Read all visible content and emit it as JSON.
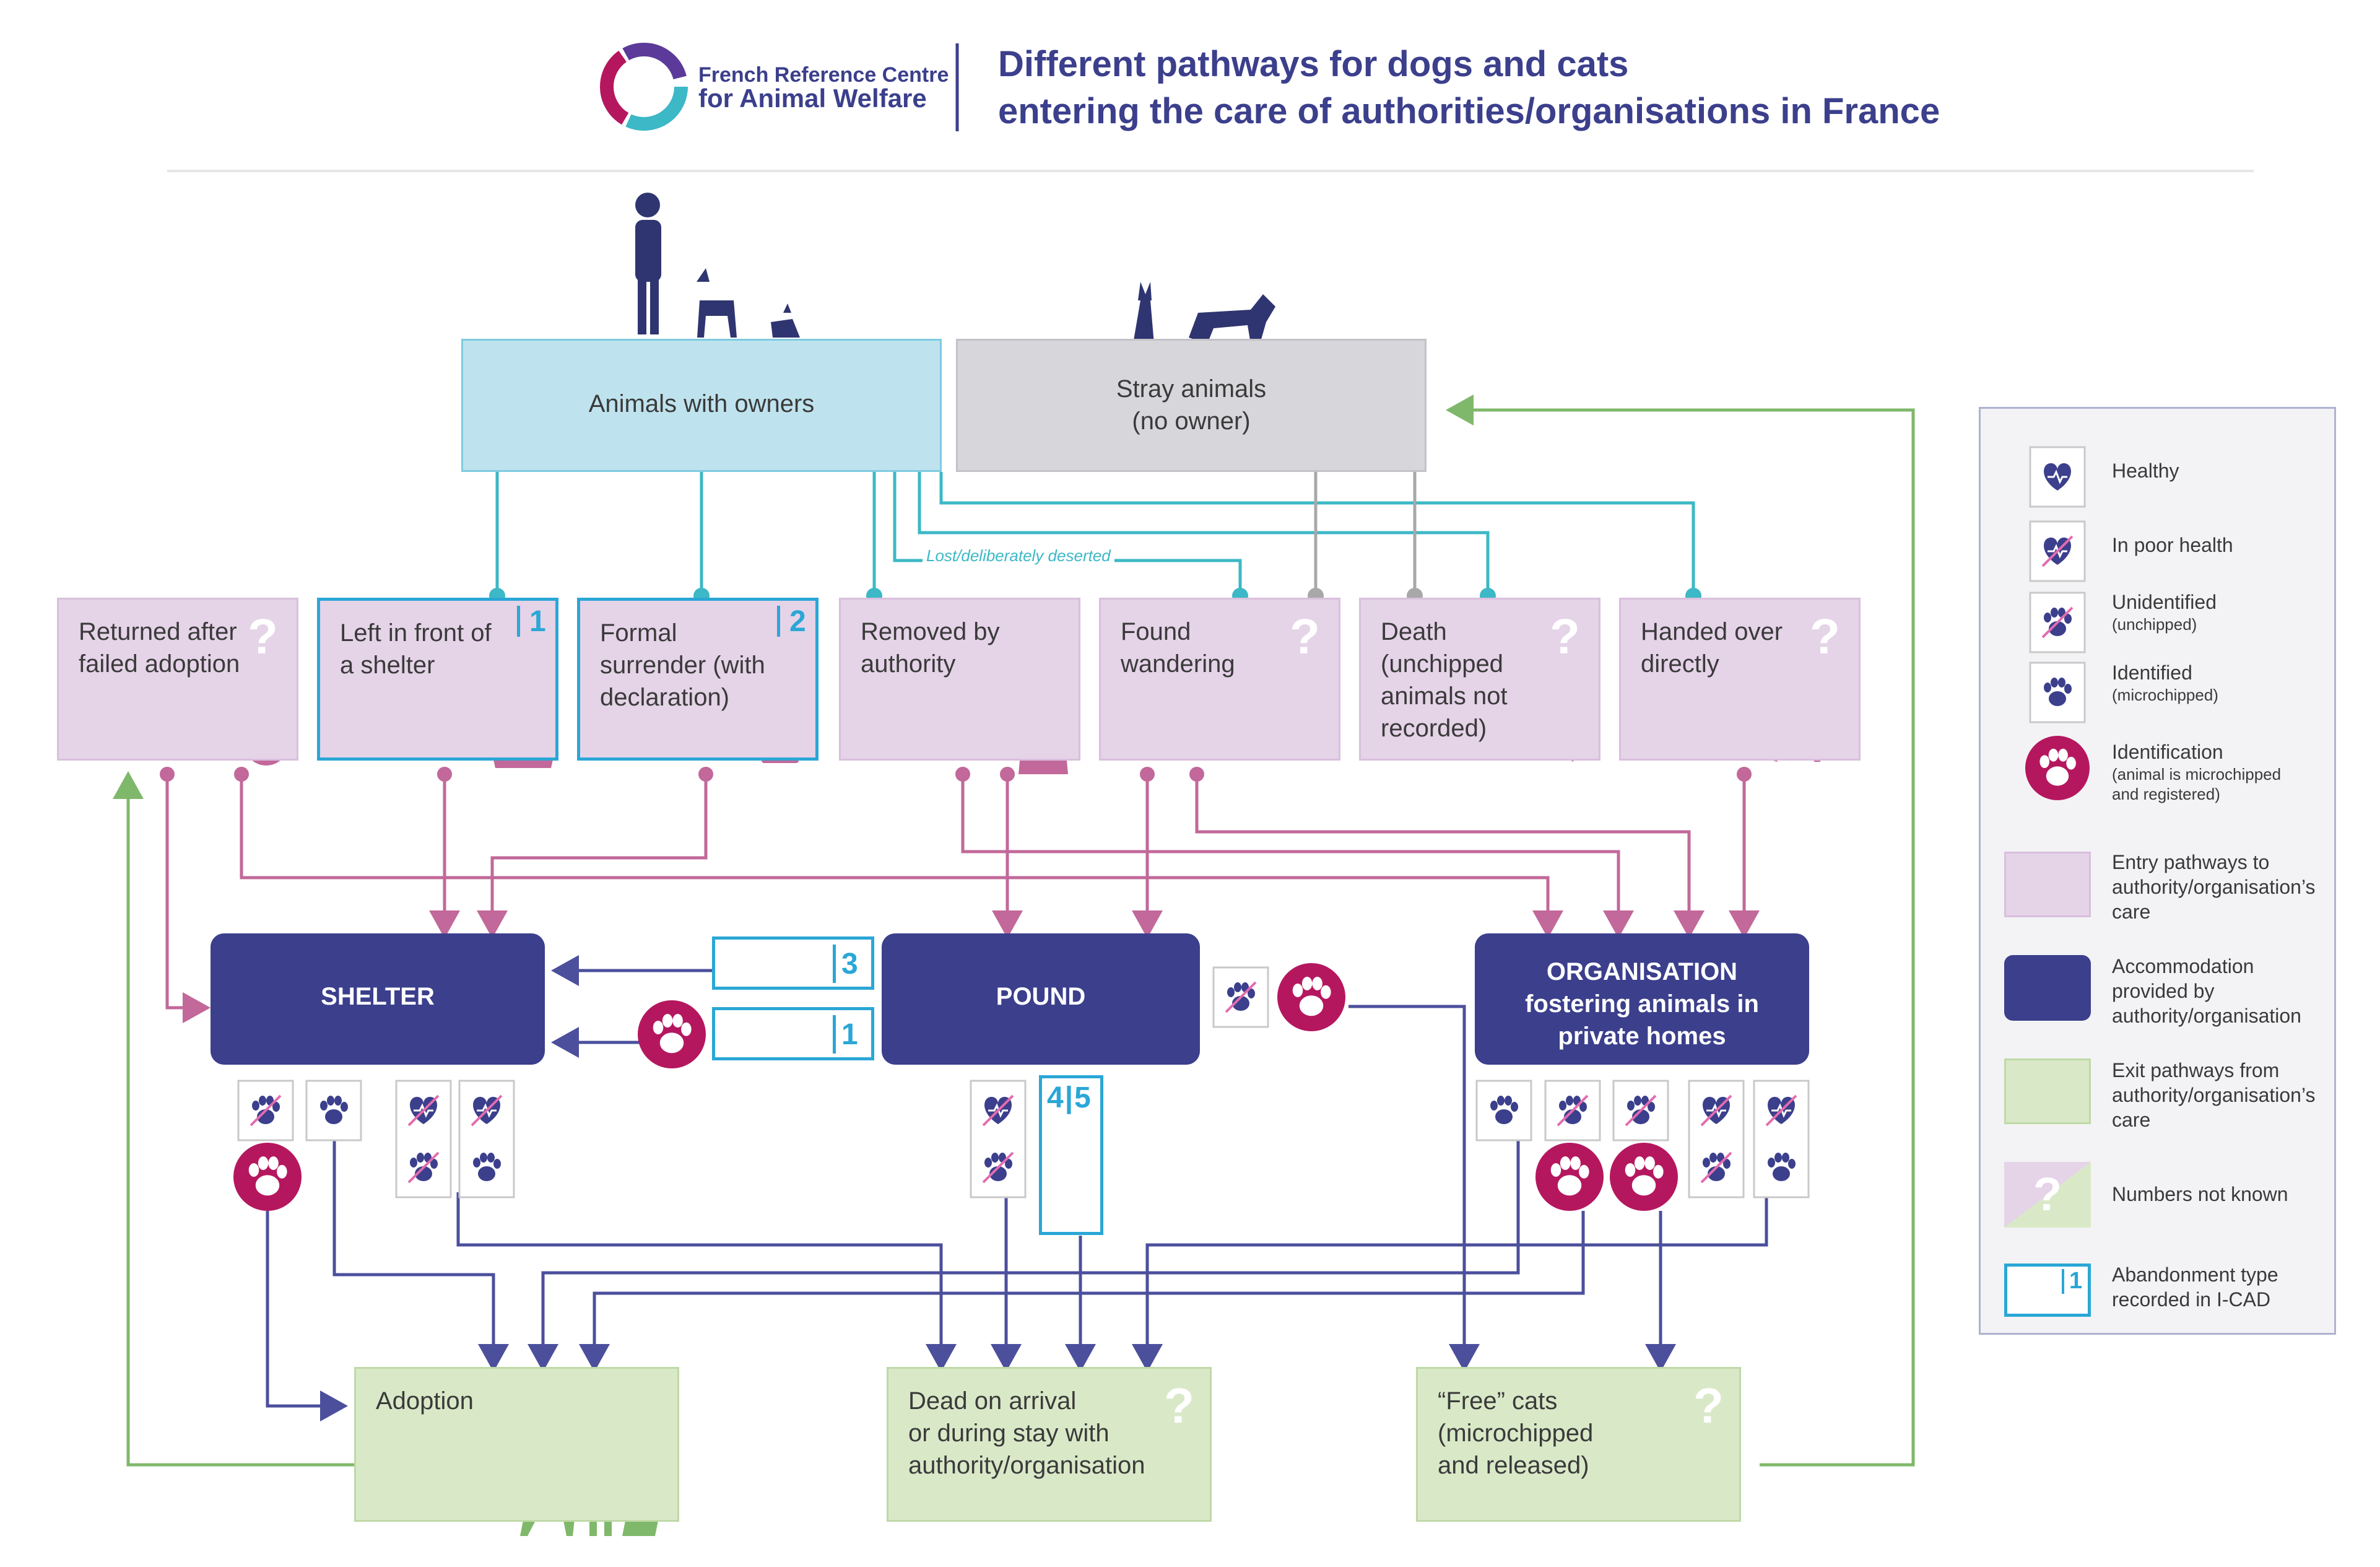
{
  "header": {
    "logo_line1": "French Reference Centre",
    "logo_line2": "for Animal Welfare",
    "title_line1": "Different pathways for dogs and cats",
    "title_line2": "entering the care of authorities/organisations in France"
  },
  "sources": {
    "owners": "Animals with owners",
    "stray": "Stray animals\n(no owner)",
    "lost_label": "Lost/deliberately deserted"
  },
  "entry": {
    "returned": "Returned after\nfailed adoption",
    "left_shelter": "Left in front of\na shelter",
    "left_shelter_num": "1",
    "formal": "Formal\nsurrender (with\ndeclaration)",
    "formal_num": "2",
    "removed": "Removed by\nauthority",
    "found": "Found\nwandering",
    "death": "Death\n(unchipped\nanimals not\nrecorded)",
    "handed": "Handed over\ndirectly",
    "qmark": "?"
  },
  "accommodation": {
    "shelter": "SHELTER",
    "pound": "POUND",
    "organisation": "ORGANISATION\nfostering animals in\nprivate homes",
    "pound_to_shelter_num_a": "3",
    "pound_to_shelter_num_b": "1",
    "pound_codes": "4|5"
  },
  "exit": {
    "adoption": "Adoption",
    "dead": "Dead on arrival\nor during stay with\nauthority/organisation",
    "free_cats": "“Free” cats\n(microchipped\nand released)"
  },
  "legend": {
    "healthy": "Healthy",
    "poor_health": "In poor health",
    "unidentified": "Unidentified",
    "unidentified_sub": "(unchipped)",
    "identified": "Identified",
    "identified_sub": "(microchipped)",
    "identification": "Identification",
    "identification_sub": "(animal is microchipped\nand registered)",
    "entry_pathways": "Entry pathways to\nauthority/organisation’s\ncare",
    "accommodation": "Accommodation\nprovided by\nauthority/organisation",
    "exit_pathways": "Exit pathways from\nauthority/organisation’s\ncare",
    "numbers_not_known": "Numbers not known",
    "abandonment": "Abandonment type\nrecorded in I-CAD",
    "abandonment_num": "1"
  },
  "colors": {
    "navy": "#3b3f8c",
    "magenta": "#b5175f",
    "entry_pink": "#e5d3e8",
    "exit_green": "#d9e9c8",
    "cyan_line": "#3cb8c6",
    "blue_code": "#2aa7d6",
    "pink_line": "#c2689a",
    "green_line": "#7fb86a",
    "grey_line": "#a8a8a8"
  }
}
